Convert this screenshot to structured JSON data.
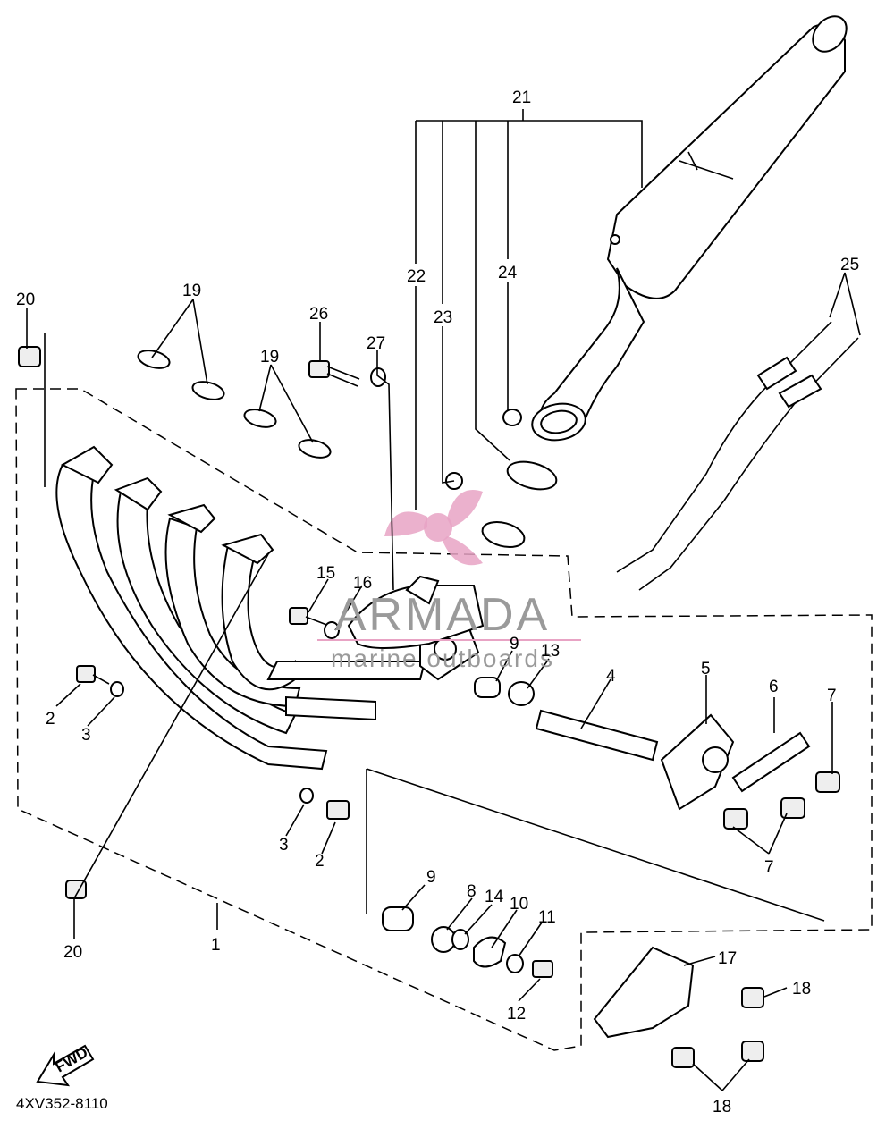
{
  "diagram": {
    "code": "4XV352-8110",
    "fwd_label": "FWD",
    "callouts": [
      {
        "id": "c1",
        "text": "1"
      },
      {
        "id": "c2a",
        "text": "2"
      },
      {
        "id": "c2b",
        "text": "2"
      },
      {
        "id": "c3a",
        "text": "3"
      },
      {
        "id": "c3b",
        "text": "3"
      },
      {
        "id": "c4",
        "text": "4"
      },
      {
        "id": "c5",
        "text": "5"
      },
      {
        "id": "c6",
        "text": "6"
      },
      {
        "id": "c7a",
        "text": "7"
      },
      {
        "id": "c7b",
        "text": "7"
      },
      {
        "id": "c8",
        "text": "8"
      },
      {
        "id": "c9a",
        "text": "9"
      },
      {
        "id": "c9b",
        "text": "9"
      },
      {
        "id": "c10",
        "text": "10"
      },
      {
        "id": "c11",
        "text": "11"
      },
      {
        "id": "c12",
        "text": "12"
      },
      {
        "id": "c13",
        "text": "13"
      },
      {
        "id": "c14",
        "text": "14"
      },
      {
        "id": "c15",
        "text": "15"
      },
      {
        "id": "c16",
        "text": "16"
      },
      {
        "id": "c17",
        "text": "17"
      },
      {
        "id": "c18a",
        "text": "18"
      },
      {
        "id": "c18b",
        "text": "18"
      },
      {
        "id": "c19a",
        "text": "19"
      },
      {
        "id": "c19b",
        "text": "19"
      },
      {
        "id": "c20a",
        "text": "20"
      },
      {
        "id": "c20b",
        "text": "20"
      },
      {
        "id": "c21",
        "text": "21"
      },
      {
        "id": "c22",
        "text": "22"
      },
      {
        "id": "c23",
        "text": "23"
      },
      {
        "id": "c24",
        "text": "24"
      },
      {
        "id": "c25",
        "text": "25"
      },
      {
        "id": "c26",
        "text": "26"
      },
      {
        "id": "c27",
        "text": "27"
      }
    ]
  },
  "watermark": {
    "brand": "ARMADA",
    "tagline": "marine outboards",
    "logo_color": "#e8a3c4",
    "text_color": "#9a9a9a"
  }
}
